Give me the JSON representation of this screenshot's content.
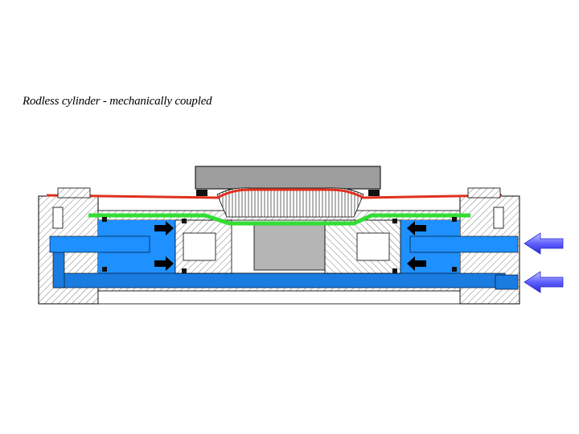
{
  "slide": {
    "title": "Rodless cylinder - mechanically coupled"
  },
  "diagram": {
    "subject": "rodless cylinder, mechanically coupled",
    "colors": {
      "housing_hatch": "#7a7a7a",
      "air_chamber": "#1e90ff",
      "air_channel": "#1a7be0",
      "piston_hatch": "#7a7a7a",
      "center_block": "#b5b5b5",
      "carriage": "#9e9e9e",
      "outer_sealing_band": "#e0301e",
      "inner_sealing_band": "#33dd33",
      "pressure_arrow": "#000000",
      "air_supply_arrow": "#5a5aff",
      "seal": "#111111"
    },
    "air_supply_ports": 2,
    "piston_force_arrows": {
      "left_piston": "pointing right",
      "right_piston": "pointing left"
    }
  }
}
